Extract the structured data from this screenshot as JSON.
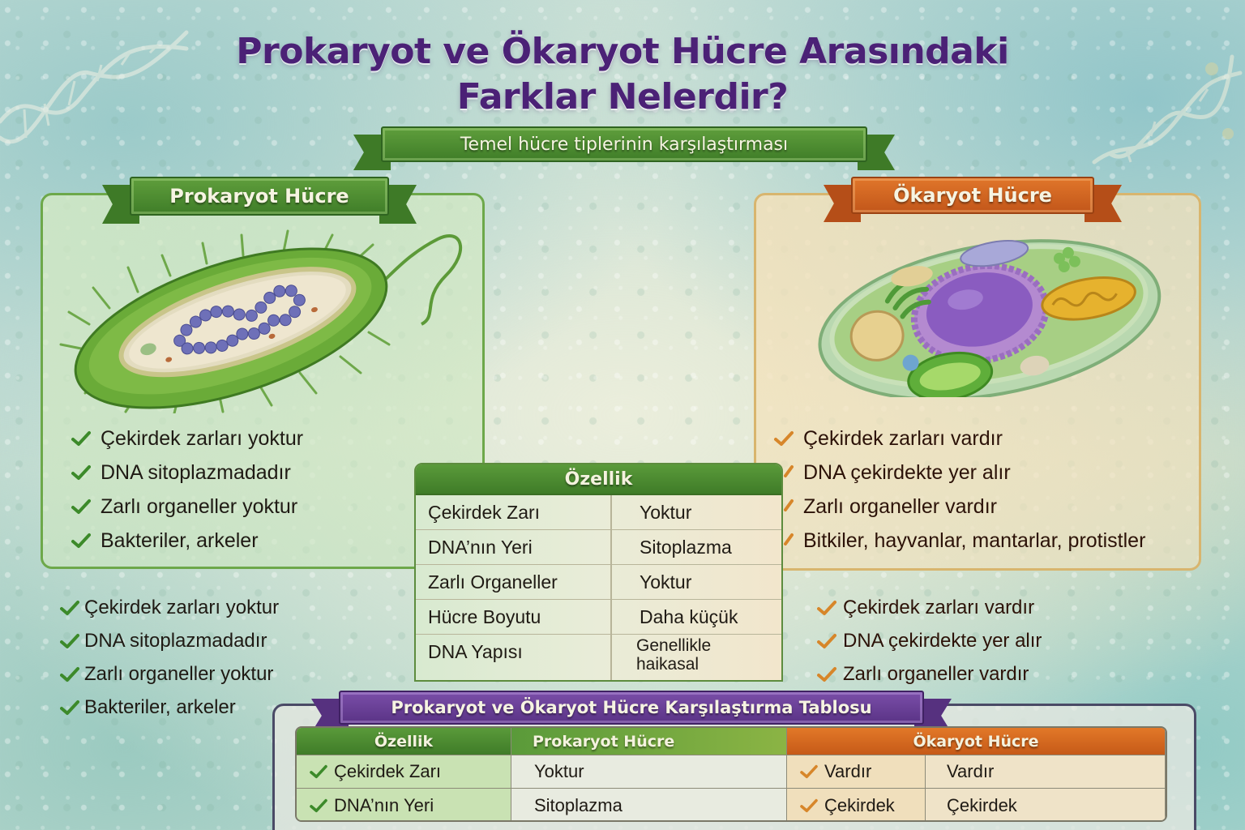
{
  "title": {
    "line1": "Prokaryot ve Ökaryot Hücre Arasındaki",
    "line2": "Farklar Nelerdir?"
  },
  "subtitle_ribbon": "Temel hücre tiplerinin karşılaştırması",
  "prokaryote_panel": {
    "heading": "Prokaryot Hücre",
    "illustration": "bacterium-cell-illustration",
    "bullets": [
      "Çekirdek zarları yoktur",
      "DNA sitoplazmadadır",
      "Zarlı organeller yoktur",
      "Bakteriler, arkeler"
    ]
  },
  "eukaryote_panel": {
    "heading": "Ökaryot Hücre",
    "illustration": "eukaryotic-cell-illustration",
    "bullets": [
      "Çekirdek zarları vardır",
      "DNA çekirdekte yer alır",
      "Zarlı organeller vardır",
      "Bitkiler, hayvanlar, mantarlar, protistler"
    ]
  },
  "left_repeat_bullets": [
    "Çekirdek zarları yoktur",
    "DNA sitoplazmadadır",
    "Zarlı organeller yoktur",
    "Bakteriler, arkeler"
  ],
  "right_repeat_bullets": [
    "Çekirdek zarları vardır",
    "DNA çekirdekte yer alır",
    "Zarlı organeller vardır"
  ],
  "middle_table": {
    "header": "Özellik",
    "rows": [
      {
        "feature": "Çekirdek Zarı",
        "value": "Yoktur"
      },
      {
        "feature": "DNA’nın Yeri",
        "value": "Sitoplazma"
      },
      {
        "feature": "Zarlı Organeller",
        "value": "Yoktur"
      },
      {
        "feature": "Hücre Boyutu",
        "value": "Daha küçük"
      },
      {
        "feature": "DNA Yapısı",
        "value": "Genellikle\nhaikasal"
      }
    ]
  },
  "comparison_table": {
    "title": "Prokaryot ve Ökaryot Hücre Karşılaştırma Tablosu",
    "headers": [
      "Özellik",
      "Prokaryot Hücre",
      "Ökaryot Hücre"
    ],
    "rows": [
      {
        "feature": "Çekirdek Zarı",
        "prokaryote": "Yoktur",
        "eukaryote_a": "Vardır",
        "eukaryote_b": "Vardır"
      },
      {
        "feature": "DNA’nın Yeri",
        "prokaryote": "Sitoplazma",
        "eukaryote_a": "Çekirdek",
        "eukaryote_b": "Çekirdek"
      }
    ]
  },
  "icons": {
    "check_green": "check-icon",
    "check_orange": "check-icon",
    "decoration": "dna-helix-icon"
  },
  "colors": {
    "title_purple": "#4b2176",
    "green_accent": "#3f7d28",
    "orange_accent": "#c2561a",
    "purple_ribbon": "#5a3386",
    "check_green": "#3c8a2a",
    "check_orange": "#d7862a"
  }
}
